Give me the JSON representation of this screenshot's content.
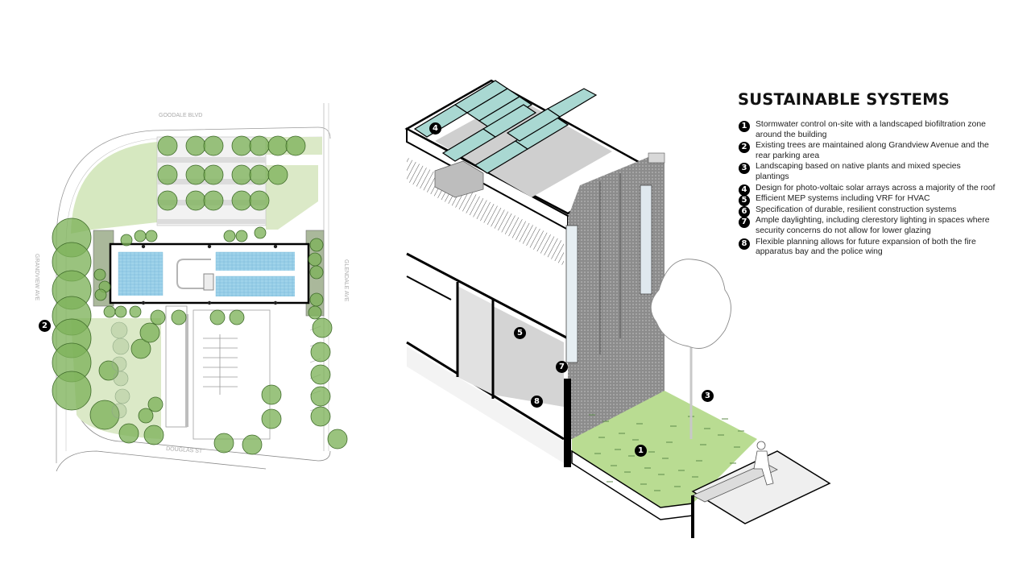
{
  "legend": {
    "title": "SUSTAINABLE SYSTEMS",
    "items": [
      {
        "number": "1",
        "text": "Stormwater control on-site with a landscaped biofiltration zone around the building"
      },
      {
        "number": "2",
        "text": "Existing trees are maintained  along Grandview Avenue and the rear parking area"
      },
      {
        "number": "3",
        "text": "Landscaping based on native plants and mixed species plantings"
      },
      {
        "number": "4",
        "text": "Design for photo-voltaic solar arrays across a majority of the roof"
      },
      {
        "number": "5",
        "text": "Efficient MEP systems including VRF for HVAC"
      },
      {
        "number": "6",
        "text": "Specification of durable, resilient construction systems"
      },
      {
        "number": "7",
        "text": "Ample daylighting, including clerestory lighting in spaces where security concerns do not allow for lower glazing"
      },
      {
        "number": "8",
        "text": "Flexible planning allows for future expansion of both the fire apparatus bay and the police wing"
      }
    ]
  },
  "site_plan": {
    "streets": {
      "north": "GOODALE BLVD",
      "west": "GRANDVIEW AVE",
      "east": "GLENDALE AVE",
      "south": "DOUGLAS ST"
    },
    "markers": [
      {
        "number": "2"
      }
    ]
  },
  "axonometric": {
    "markers": [
      {
        "number": "4"
      },
      {
        "number": "5"
      },
      {
        "number": "7"
      },
      {
        "number": "8"
      },
      {
        "number": "3"
      },
      {
        "number": "1"
      }
    ]
  },
  "colors": {
    "tree_fill": "#7db25a",
    "tree_stroke": "#3f6b2a",
    "lawn": "#d6e8c0",
    "solar_panel": "#9fd3ea",
    "pv_module": "#a9d8d2",
    "bioswale": "#b9dc92",
    "ink": "#000000"
  }
}
